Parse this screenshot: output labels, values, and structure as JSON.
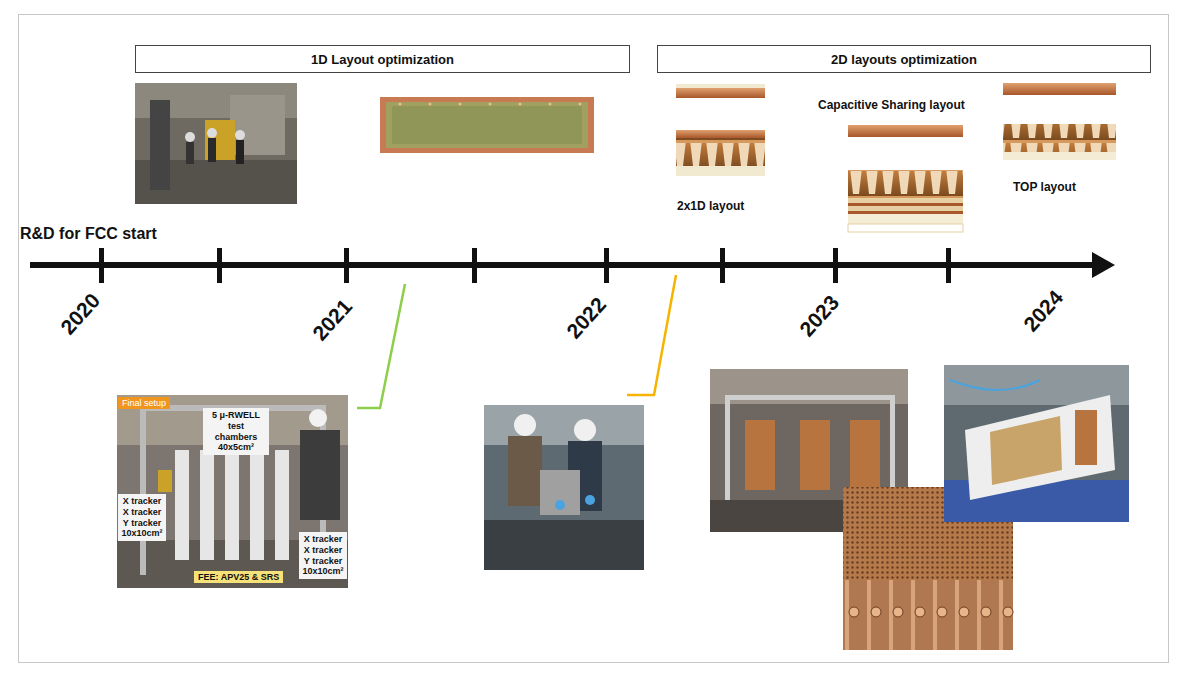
{
  "diagram": {
    "nodes": [
      {
        "text": [
          "1D Layout optimization"
        ]
      },
      {
        "text": [
          "2D layouts optimization"
        ]
      }
    ],
    "labels": [
      "R&D for FCC start",
      "2020",
      "2021",
      "2022",
      "2023",
      "2024",
      "2x1D layout",
      "Capacitive Sharing layout",
      "TOP layout",
      "Final setup",
      "5 μ-RWELL test chambers 40x5cm²",
      "X tracker X tracker Y tracker 10x10cm²",
      "FEE: APV25 & SRS",
      "X tracker X tracker Y tracker 10x10cm²"
    ]
  }
}
